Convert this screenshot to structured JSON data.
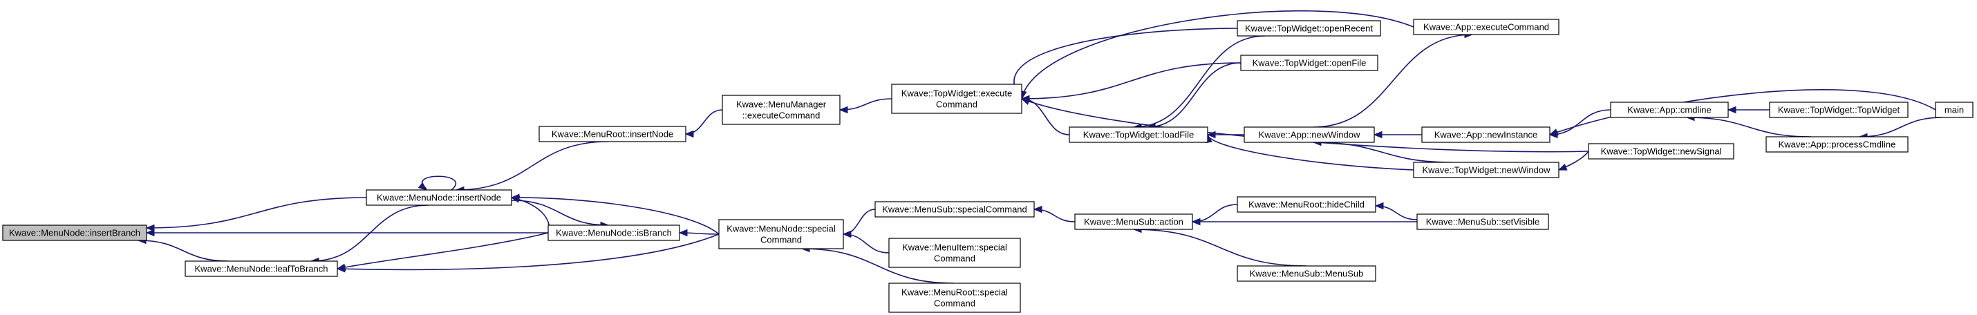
{
  "graph": {
    "nodes": [
      {
        "id": "insertBranch",
        "lines": [
          "Kwave::MenuNode::insertBranch"
        ],
        "root": true
      },
      {
        "id": "insertNode",
        "lines": [
          "Kwave::MenuNode::insertNode"
        ]
      },
      {
        "id": "isBranch",
        "lines": [
          "Kwave::MenuNode::isBranch"
        ]
      },
      {
        "id": "leafToBranch",
        "lines": [
          "Kwave::MenuNode::leafToBranch"
        ]
      },
      {
        "id": "nodeSpecialCommand",
        "lines": [
          "Kwave::MenuNode::special",
          "Command"
        ]
      },
      {
        "id": "rootInsertNode",
        "lines": [
          "Kwave::MenuRoot::insertNode"
        ]
      },
      {
        "id": "mmExecuteCommand",
        "lines": [
          "Kwave::MenuManager",
          "::executeCommand"
        ]
      },
      {
        "id": "twExecuteCommand",
        "lines": [
          "Kwave::TopWidget::execute",
          "Command"
        ]
      },
      {
        "id": "twLoadFile",
        "lines": [
          "Kwave::TopWidget::loadFile"
        ]
      },
      {
        "id": "twOpenRecent",
        "lines": [
          "Kwave::TopWidget::openRecent"
        ]
      },
      {
        "id": "twOpenFile",
        "lines": [
          "Kwave::TopWidget::openFile"
        ]
      },
      {
        "id": "appExecuteCommand",
        "lines": [
          "Kwave::App::executeCommand"
        ]
      },
      {
        "id": "appNewWindow",
        "lines": [
          "Kwave::App::newWindow"
        ]
      },
      {
        "id": "appNewInstance",
        "lines": [
          "Kwave::App::newInstance"
        ]
      },
      {
        "id": "twNewWindow",
        "lines": [
          "Kwave::TopWidget::newWindow"
        ]
      },
      {
        "id": "twNewSignal",
        "lines": [
          "Kwave::TopWidget::newSignal"
        ]
      },
      {
        "id": "appCmdline",
        "lines": [
          "Kwave::App::cmdline"
        ]
      },
      {
        "id": "twTopWidget",
        "lines": [
          "Kwave::TopWidget::TopWidget"
        ]
      },
      {
        "id": "appProcessCmdline",
        "lines": [
          "Kwave::App::processCmdline"
        ]
      },
      {
        "id": "main",
        "lines": [
          "main"
        ]
      },
      {
        "id": "subSpecialCommand",
        "lines": [
          "Kwave::MenuSub::specialCommand"
        ]
      },
      {
        "id": "itemSpecialCommand",
        "lines": [
          "Kwave::MenuItem::special",
          "Command"
        ]
      },
      {
        "id": "rootSpecialCommand",
        "lines": [
          "Kwave::MenuRoot::special",
          "Command"
        ]
      },
      {
        "id": "subAction",
        "lines": [
          "Kwave::MenuSub::action"
        ]
      },
      {
        "id": "rootHideChild",
        "lines": [
          "Kwave::MenuRoot::hideChild"
        ]
      },
      {
        "id": "subSetVisible",
        "lines": [
          "Kwave::MenuSub::setVisible"
        ]
      },
      {
        "id": "subMenuSub",
        "lines": [
          "Kwave::MenuSub::MenuSub"
        ]
      }
    ],
    "edges": [
      {
        "from": "insertNode",
        "to": "insertBranch"
      },
      {
        "from": "isBranch",
        "to": "insertBranch"
      },
      {
        "from": "leafToBranch",
        "to": "insertBranch"
      },
      {
        "from": "insertNode",
        "to": "insertNode"
      },
      {
        "from": "isBranch",
        "to": "insertNode"
      },
      {
        "from": "nodeSpecialCommand",
        "to": "insertNode"
      },
      {
        "from": "rootInsertNode",
        "to": "insertNode"
      },
      {
        "from": "insertNode",
        "to": "isBranch"
      },
      {
        "from": "nodeSpecialCommand",
        "to": "isBranch"
      },
      {
        "from": "insertNode",
        "to": "leafToBranch"
      },
      {
        "from": "isBranch",
        "to": "leafToBranch"
      },
      {
        "from": "nodeSpecialCommand",
        "to": "leafToBranch"
      },
      {
        "from": "subSpecialCommand",
        "to": "nodeSpecialCommand"
      },
      {
        "from": "itemSpecialCommand",
        "to": "nodeSpecialCommand"
      },
      {
        "from": "rootSpecialCommand",
        "to": "nodeSpecialCommand"
      },
      {
        "from": "mmExecuteCommand",
        "to": "rootInsertNode"
      },
      {
        "from": "twExecuteCommand",
        "to": "mmExecuteCommand"
      },
      {
        "from": "twLoadFile",
        "to": "twExecuteCommand"
      },
      {
        "from": "twOpenRecent",
        "to": "twExecuteCommand"
      },
      {
        "from": "twOpenFile",
        "to": "twExecuteCommand"
      },
      {
        "from": "appExecuteCommand",
        "to": "twExecuteCommand"
      },
      {
        "from": "twNewSignal",
        "to": "twExecuteCommand"
      },
      {
        "from": "twOpenRecent",
        "to": "twLoadFile"
      },
      {
        "from": "twOpenFile",
        "to": "twLoadFile"
      },
      {
        "from": "appNewWindow",
        "to": "twLoadFile"
      },
      {
        "from": "twNewWindow",
        "to": "twLoadFile"
      },
      {
        "from": "appNewWindow",
        "to": "appExecuteCommand"
      },
      {
        "from": "appNewInstance",
        "to": "appNewWindow"
      },
      {
        "from": "twNewWindow",
        "to": "appNewWindow"
      },
      {
        "from": "appCmdline",
        "to": "appNewInstance"
      },
      {
        "from": "main",
        "to": "appNewInstance"
      },
      {
        "from": "twNewSignal",
        "to": "twNewWindow"
      },
      {
        "from": "twTopWidget",
        "to": "appCmdline"
      },
      {
        "from": "appProcessCmdline",
        "to": "appCmdline"
      },
      {
        "from": "main",
        "to": "appProcessCmdline"
      },
      {
        "from": "subAction",
        "to": "subSpecialCommand"
      },
      {
        "from": "rootHideChild",
        "to": "subAction"
      },
      {
        "from": "subSetVisible",
        "to": "subAction"
      },
      {
        "from": "subMenuSub",
        "to": "subAction"
      },
      {
        "from": "subSetVisible",
        "to": "rootHideChild"
      }
    ]
  }
}
